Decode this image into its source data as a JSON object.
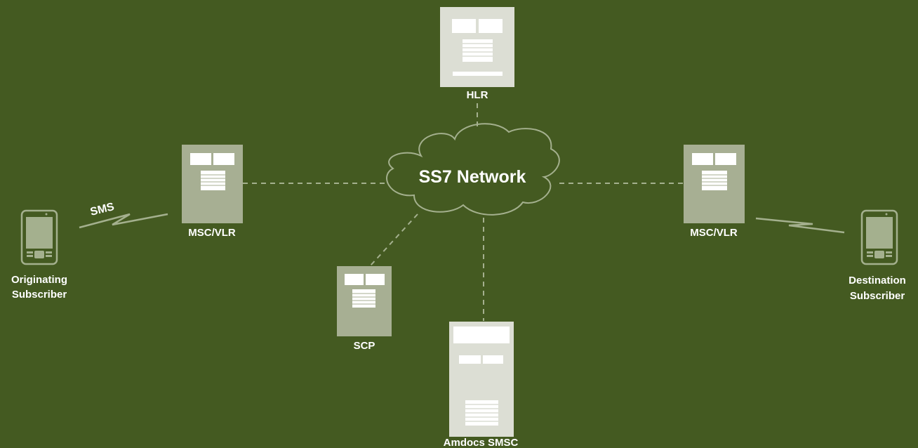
{
  "network": {
    "label": "SS7 Network"
  },
  "nodes": {
    "hlr": "HLR",
    "msc_left": "MSC/VLR",
    "msc_right": "MSC/VLR",
    "scp": "SCP",
    "smsc": "Amdocs SMSC"
  },
  "subscribers": {
    "origin_line1": "Originating",
    "origin_line2": "Subscriber",
    "dest_line1": "Destination",
    "dest_line2": "Subscriber"
  },
  "links": {
    "sms_label": "SMS"
  },
  "colors": {
    "background": "#445a21",
    "server_body": "#a7af93",
    "server_light": "#dcded4",
    "connector": "#a4b08e"
  },
  "icons": {
    "phone": "mobile-phone-icon",
    "server": "server-icon",
    "cloud": "cloud-icon"
  }
}
